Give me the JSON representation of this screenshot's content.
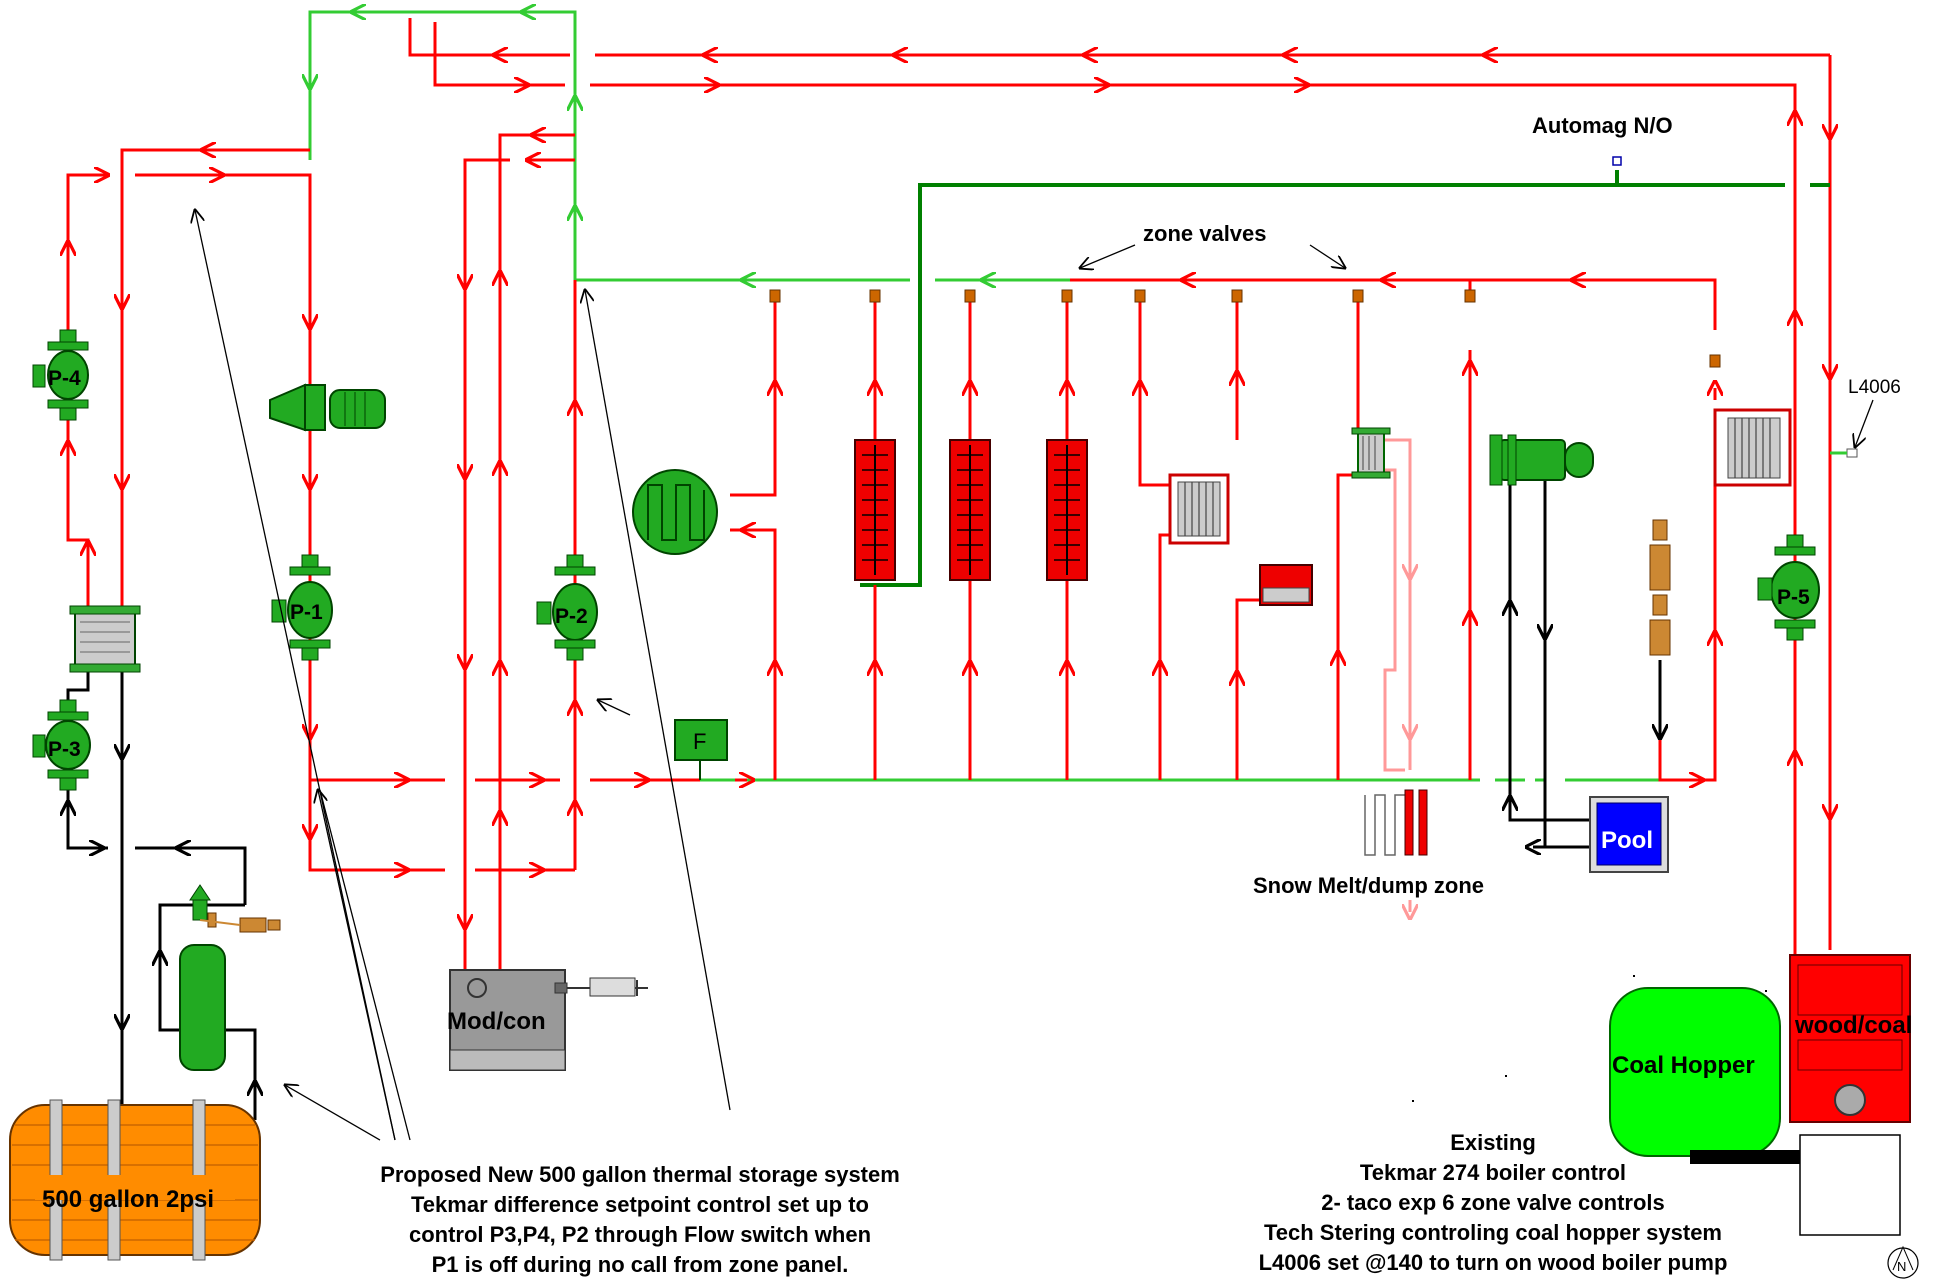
{
  "labels": {
    "automag": "Automag N/O",
    "zone_valves": "zone valves",
    "l4006": "L4006",
    "snow_melt": "Snow Melt/dump zone",
    "pool": "Pool",
    "mod_con": "Mod/con",
    "wood_coal": "wood/coal",
    "coal_hopper": "Coal Hopper",
    "tank": "500 gallon 2psi",
    "flow_switch": "F",
    "north": "N"
  },
  "pumps": {
    "p1": "P-1",
    "p2": "P-2",
    "p3": "P-3",
    "p4": "P-4",
    "p5": "P-5"
  },
  "notes": {
    "proposed": [
      "Proposed New 500 gallon thermal storage system",
      "Tekmar difference setpoint control set up to",
      "control P3,P4, P2 through Flow switch when",
      "P1 is off during no call from zone panel."
    ],
    "existing": [
      "Existing",
      "Tekmar 274 boiler control",
      "2- taco exp 6 zone valve controls",
      "Tech Stering controling coal hopper system",
      "L4006 set @140 to turn on wood boiler pump"
    ]
  },
  "colors": {
    "supply": "#ff0000",
    "return": "#33cc33",
    "control": "#008000",
    "storage": "#ff8c00",
    "pool": "#0000ff",
    "hopper": "#00ff00"
  }
}
